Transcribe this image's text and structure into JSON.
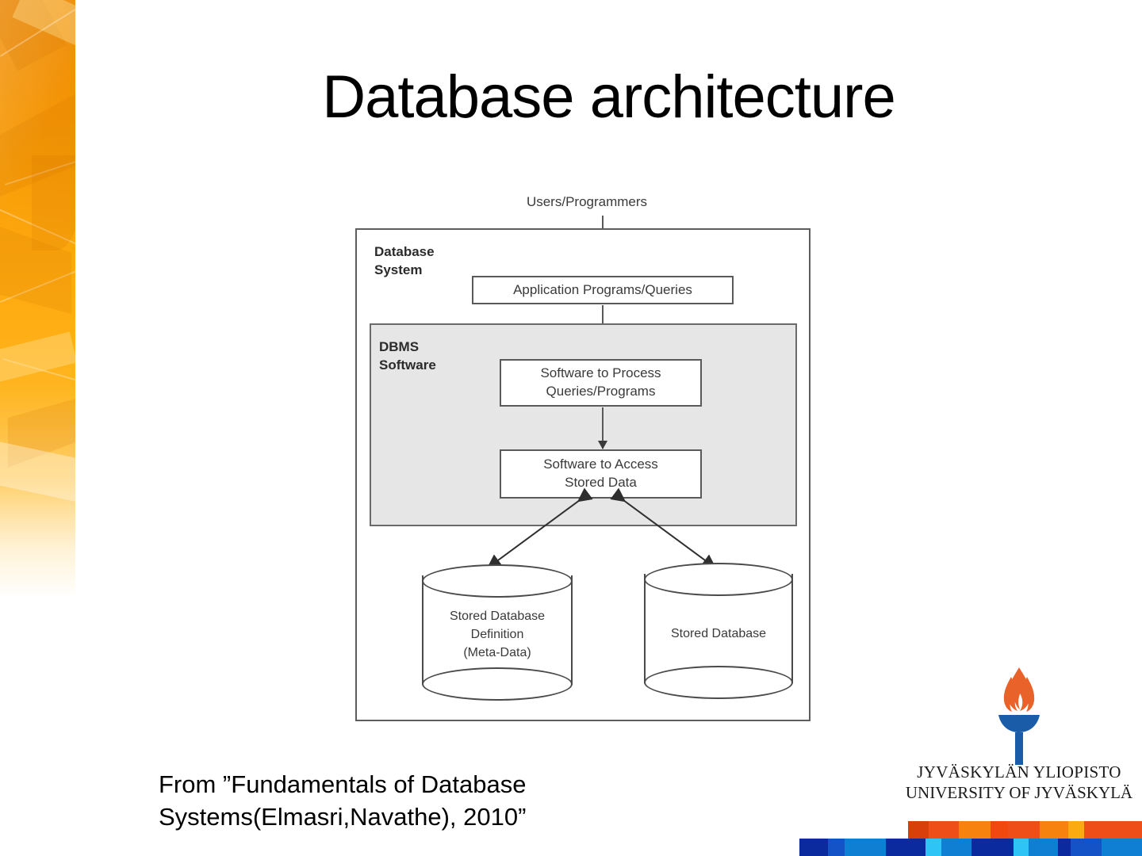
{
  "slide": {
    "title": "Database architecture",
    "citation_line1": "From ”Fundamentals of Database",
    "citation_line2": "Systems(Elmasri,Navathe), 2010”"
  },
  "diagram": {
    "users_label": "Users/Programmers",
    "db_system_label_line1": "Database",
    "db_system_label_line2": "System",
    "dbms_label_line1": "DBMS",
    "dbms_label_line2": "Software",
    "box_application": "Application Programs/Queries",
    "box_process_line1": "Software to Process",
    "box_process_line2": "Queries/Programs",
    "box_access_line1": "Software to Access",
    "box_access_line2": "Stored Data",
    "cylinder_meta_line1": "Stored Database",
    "cylinder_meta_line2": "Definition",
    "cylinder_meta_line3": "(Meta-Data)",
    "cylinder_store_line1": "Stored Database",
    "colors": {
      "dbms_fill": "#e6e6e6",
      "frame_stroke": "#5d5d5d",
      "box_stroke": "#5a5a5a",
      "text": "#3a3a3a"
    }
  },
  "logo": {
    "name_fi": "JYVÄSKYLÄN YLIOPISTO",
    "name_en": "UNIVERSITY OF JYVÄSKYLÄ",
    "torch_flame_color": "#e8622a",
    "torch_stem_color": "#1b5ca8"
  },
  "strips": {
    "orange": [
      {
        "color": "#d93f0b",
        "w": 26
      },
      {
        "color": "#f04e18",
        "w": 38
      },
      {
        "color": "#f7820d",
        "w": 40
      },
      {
        "color": "#f0480f",
        "w": 22
      },
      {
        "color": "#f04e18",
        "w": 40
      },
      {
        "color": "#f7820d",
        "w": 36
      },
      {
        "color": "#fbab10",
        "w": 20
      },
      {
        "color": "#f04e18",
        "w": 73
      }
    ],
    "blue": [
      {
        "color": "#ffffff",
        "w": 52
      },
      {
        "color": "#0a2a9e",
        "w": 40
      },
      {
        "color": "#1452c8",
        "w": 22
      },
      {
        "color": "#0f7fd4",
        "w": 57
      },
      {
        "color": "#0a2a9e",
        "w": 54
      },
      {
        "color": "#2ec4f5",
        "w": 22
      },
      {
        "color": "#0f7fd4",
        "w": 42
      },
      {
        "color": "#0a2a9e",
        "w": 58
      },
      {
        "color": "#2ec4f5",
        "w": 20
      },
      {
        "color": "#0f7fd4",
        "w": 40
      },
      {
        "color": "#0a2a9e",
        "w": 18
      },
      {
        "color": "#1452c8",
        "w": 42
      },
      {
        "color": "#0f7fd4",
        "w": 56
      }
    ]
  },
  "left_band": {
    "accent_color": "#ffae13"
  }
}
